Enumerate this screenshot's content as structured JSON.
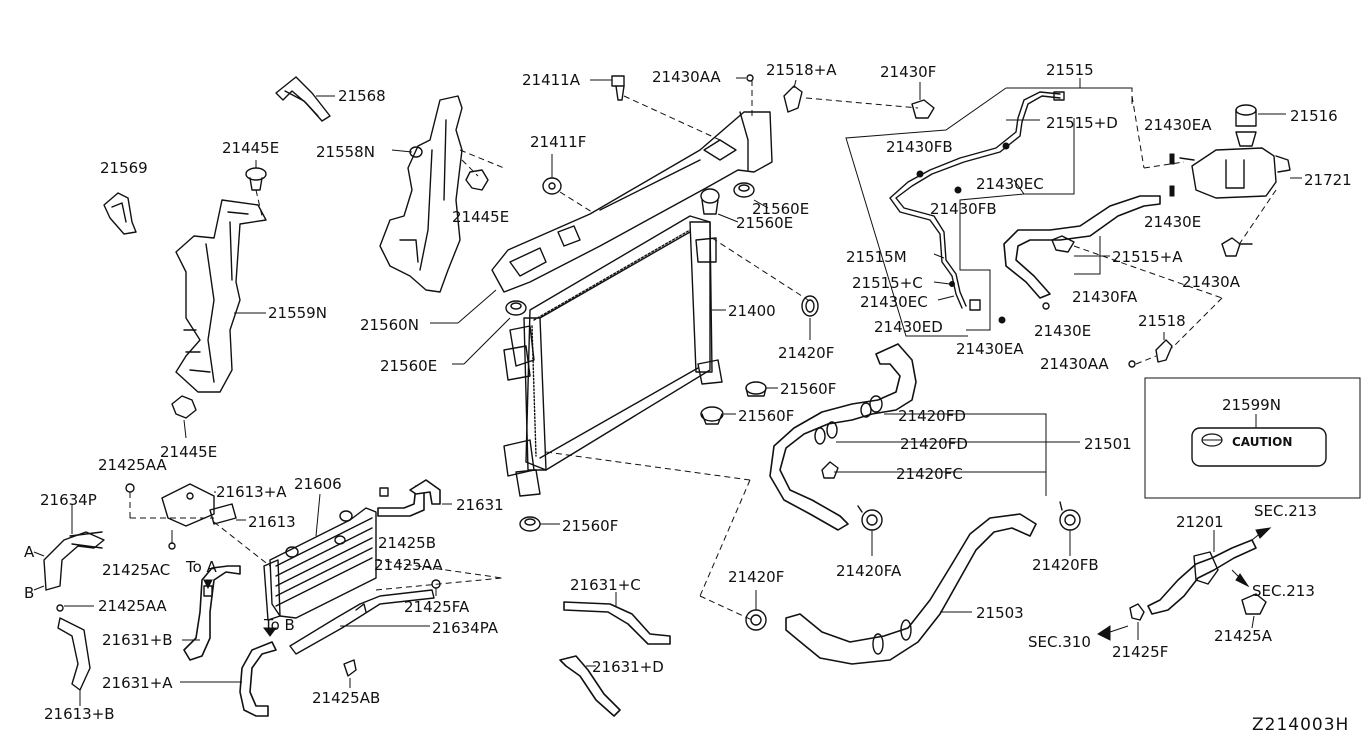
{
  "diagram_code": "Z214003H",
  "parts": {
    "p21568": "21568",
    "p21569": "21569",
    "p21445E_top": "21445E",
    "p21558N": "21558N",
    "p21445E_mid": "21445E",
    "p21559N": "21559N",
    "p21445E_bot": "21445E",
    "p21411A": "21411A",
    "p21430AA_top": "21430AA",
    "p21518A": "21518+A",
    "p21430F": "21430F",
    "p21515": "21515",
    "p21411F": "21411F",
    "p21560E_a": "21560E",
    "p21560E_b": "21560E",
    "p21560N": "21560N",
    "p21560E_c": "21560E",
    "p21400": "21400",
    "p21420F_a": "21420F",
    "p21560F_a": "21560F",
    "p21560F_b": "21560F",
    "p21430FB_a": "21430FB",
    "p21515D": "21515+D",
    "p21430EC": "21430EC",
    "p21430FB_b": "21430FB",
    "p21515M": "21515M",
    "p21515C": "21515+C",
    "p21430EC_b": "21430EC",
    "p21430ED": "21430ED",
    "p21430EA_a": "21430EA",
    "p21430EA_b": "21430EA",
    "p21516": "21516",
    "p21721": "21721",
    "p21430E_a": "21430E",
    "p21515A": "21515+A",
    "p21430A": "21430A",
    "p21430FA": "21430FA",
    "p21430E_b": "21430E",
    "p21518": "21518",
    "p21430AA_b": "21430AA",
    "p21599N": "21599N",
    "caution": "CAUTION",
    "p21420FD_a": "21420FD",
    "p21420FD_b": "21420FD",
    "p21501": "21501",
    "p21420FC": "21420FC",
    "p21420FA": "21420FA",
    "p21420FB": "21420FB",
    "p21503": "21503",
    "p21420F_b": "21420F",
    "p21425AA_a": "21425AA",
    "p21634P": "21634P",
    "p21613A": "21613+A",
    "p21606": "21606",
    "p21631": "21631",
    "p21613": "21613",
    "p21425B": "21425B",
    "p21425AC": "21425AC",
    "to_a": "To A",
    "p21425AA_b": "21425AA",
    "label_a": "A",
    "label_b": "B",
    "p21425AA_c": "21425AA",
    "p21425FA": "21425FA",
    "p21634PA": "21634PA",
    "p21631B": "21631+B",
    "to_b": "To B",
    "p21631A": "21631+A",
    "p21425AB": "21425AB",
    "p21613B": "21613+B",
    "p21560F_c": "21560F",
    "p21631C": "21631+C",
    "p21631D": "21631+D",
    "p21201": "21201",
    "sec213_a": "SEC.213",
    "sec213_b": "SEC.213",
    "sec310": "SEC.310",
    "p21425F": "21425F",
    "p21425A": "21425A"
  }
}
